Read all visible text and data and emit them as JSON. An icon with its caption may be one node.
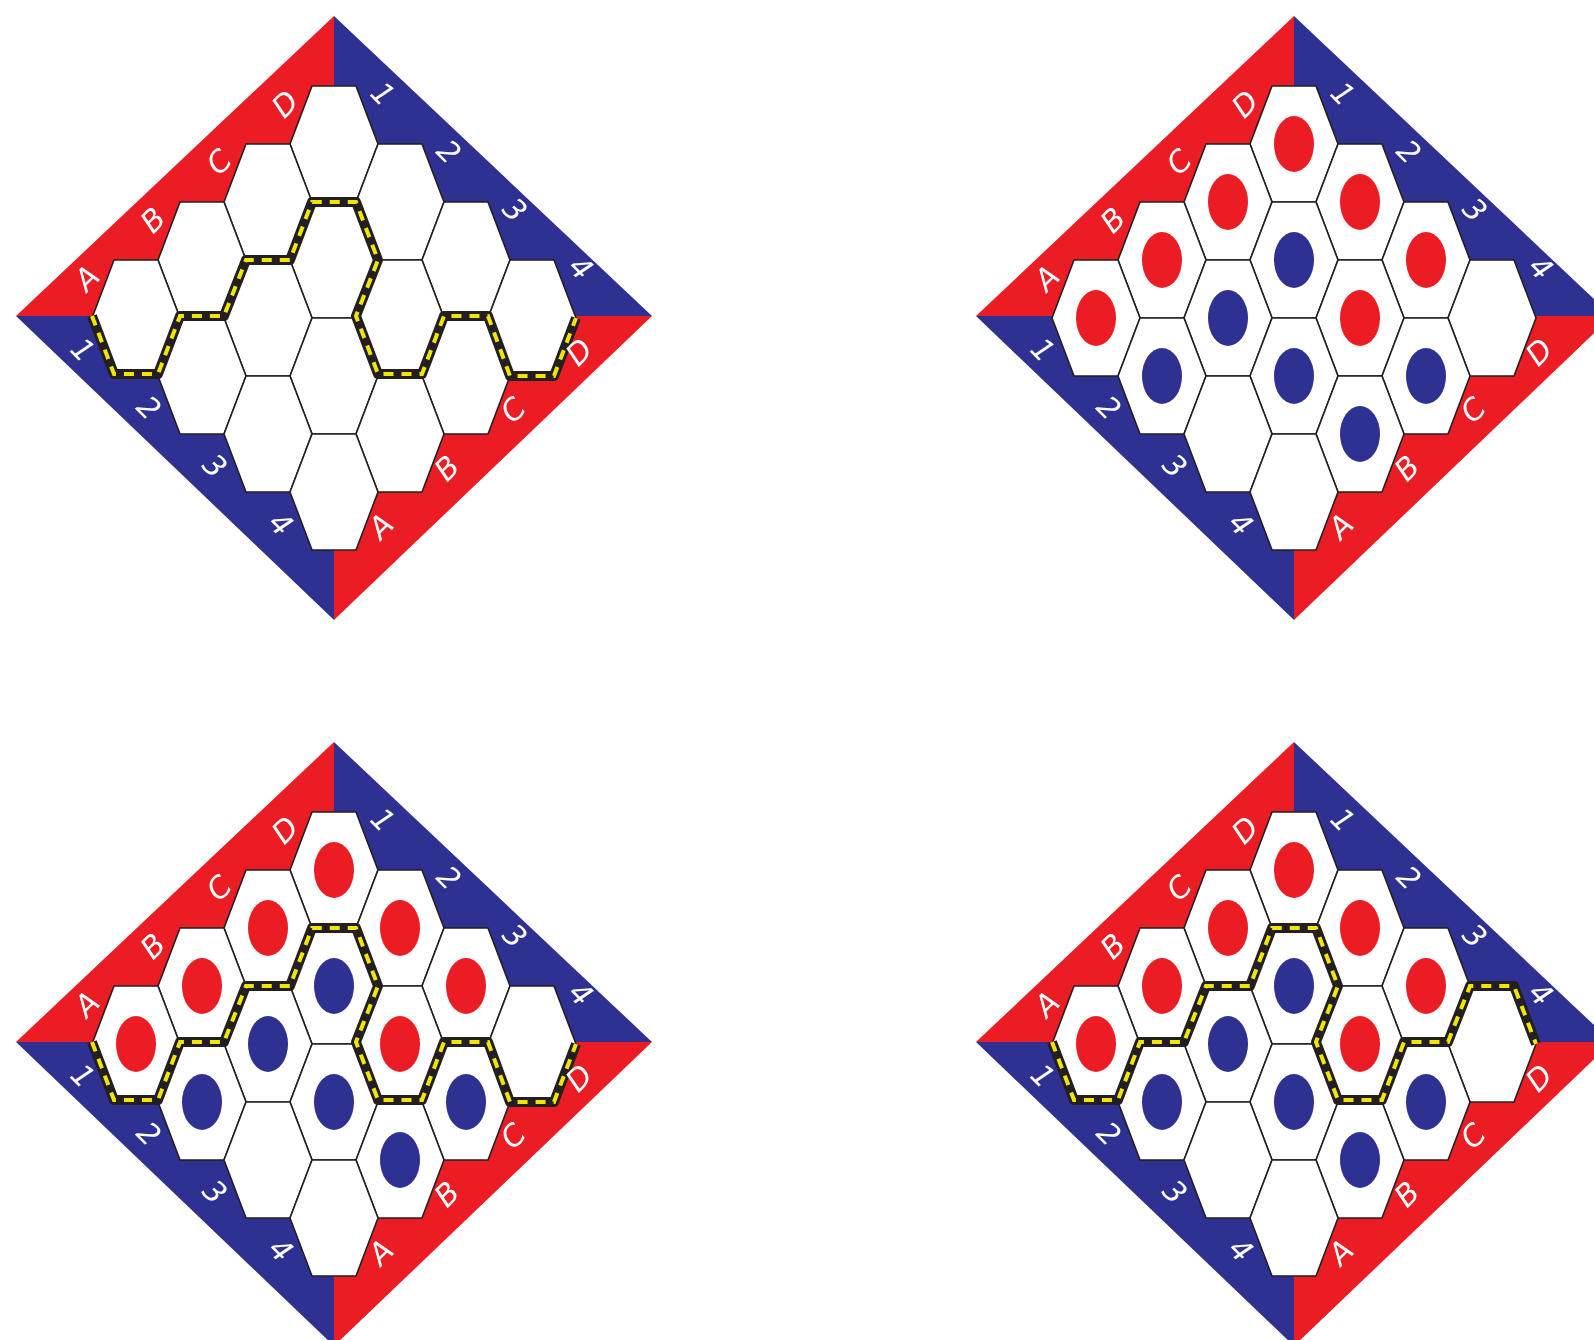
{
  "diagram": {
    "labels": [
      "A",
      "B",
      "C",
      "D",
      "1",
      "2",
      "3",
      "4",
      "1",
      "2",
      "3",
      "4",
      "A",
      "B",
      "C",
      "D",
      "A",
      "B",
      "C",
      "D",
      "1",
      "2",
      "3",
      "4",
      "1",
      "2",
      "3",
      "4",
      "A",
      "B",
      "C",
      "D",
      "A",
      "B",
      "C",
      "D",
      "1",
      "2",
      "3",
      "4",
      "1",
      "2",
      "3",
      "4",
      "A",
      "B",
      "C",
      "D",
      "A",
      "B",
      "C",
      "D",
      "1",
      "2",
      "3",
      "4",
      "1",
      "2",
      "3",
      "4",
      "A",
      "B",
      "C",
      "D"
    ]
  }
}
